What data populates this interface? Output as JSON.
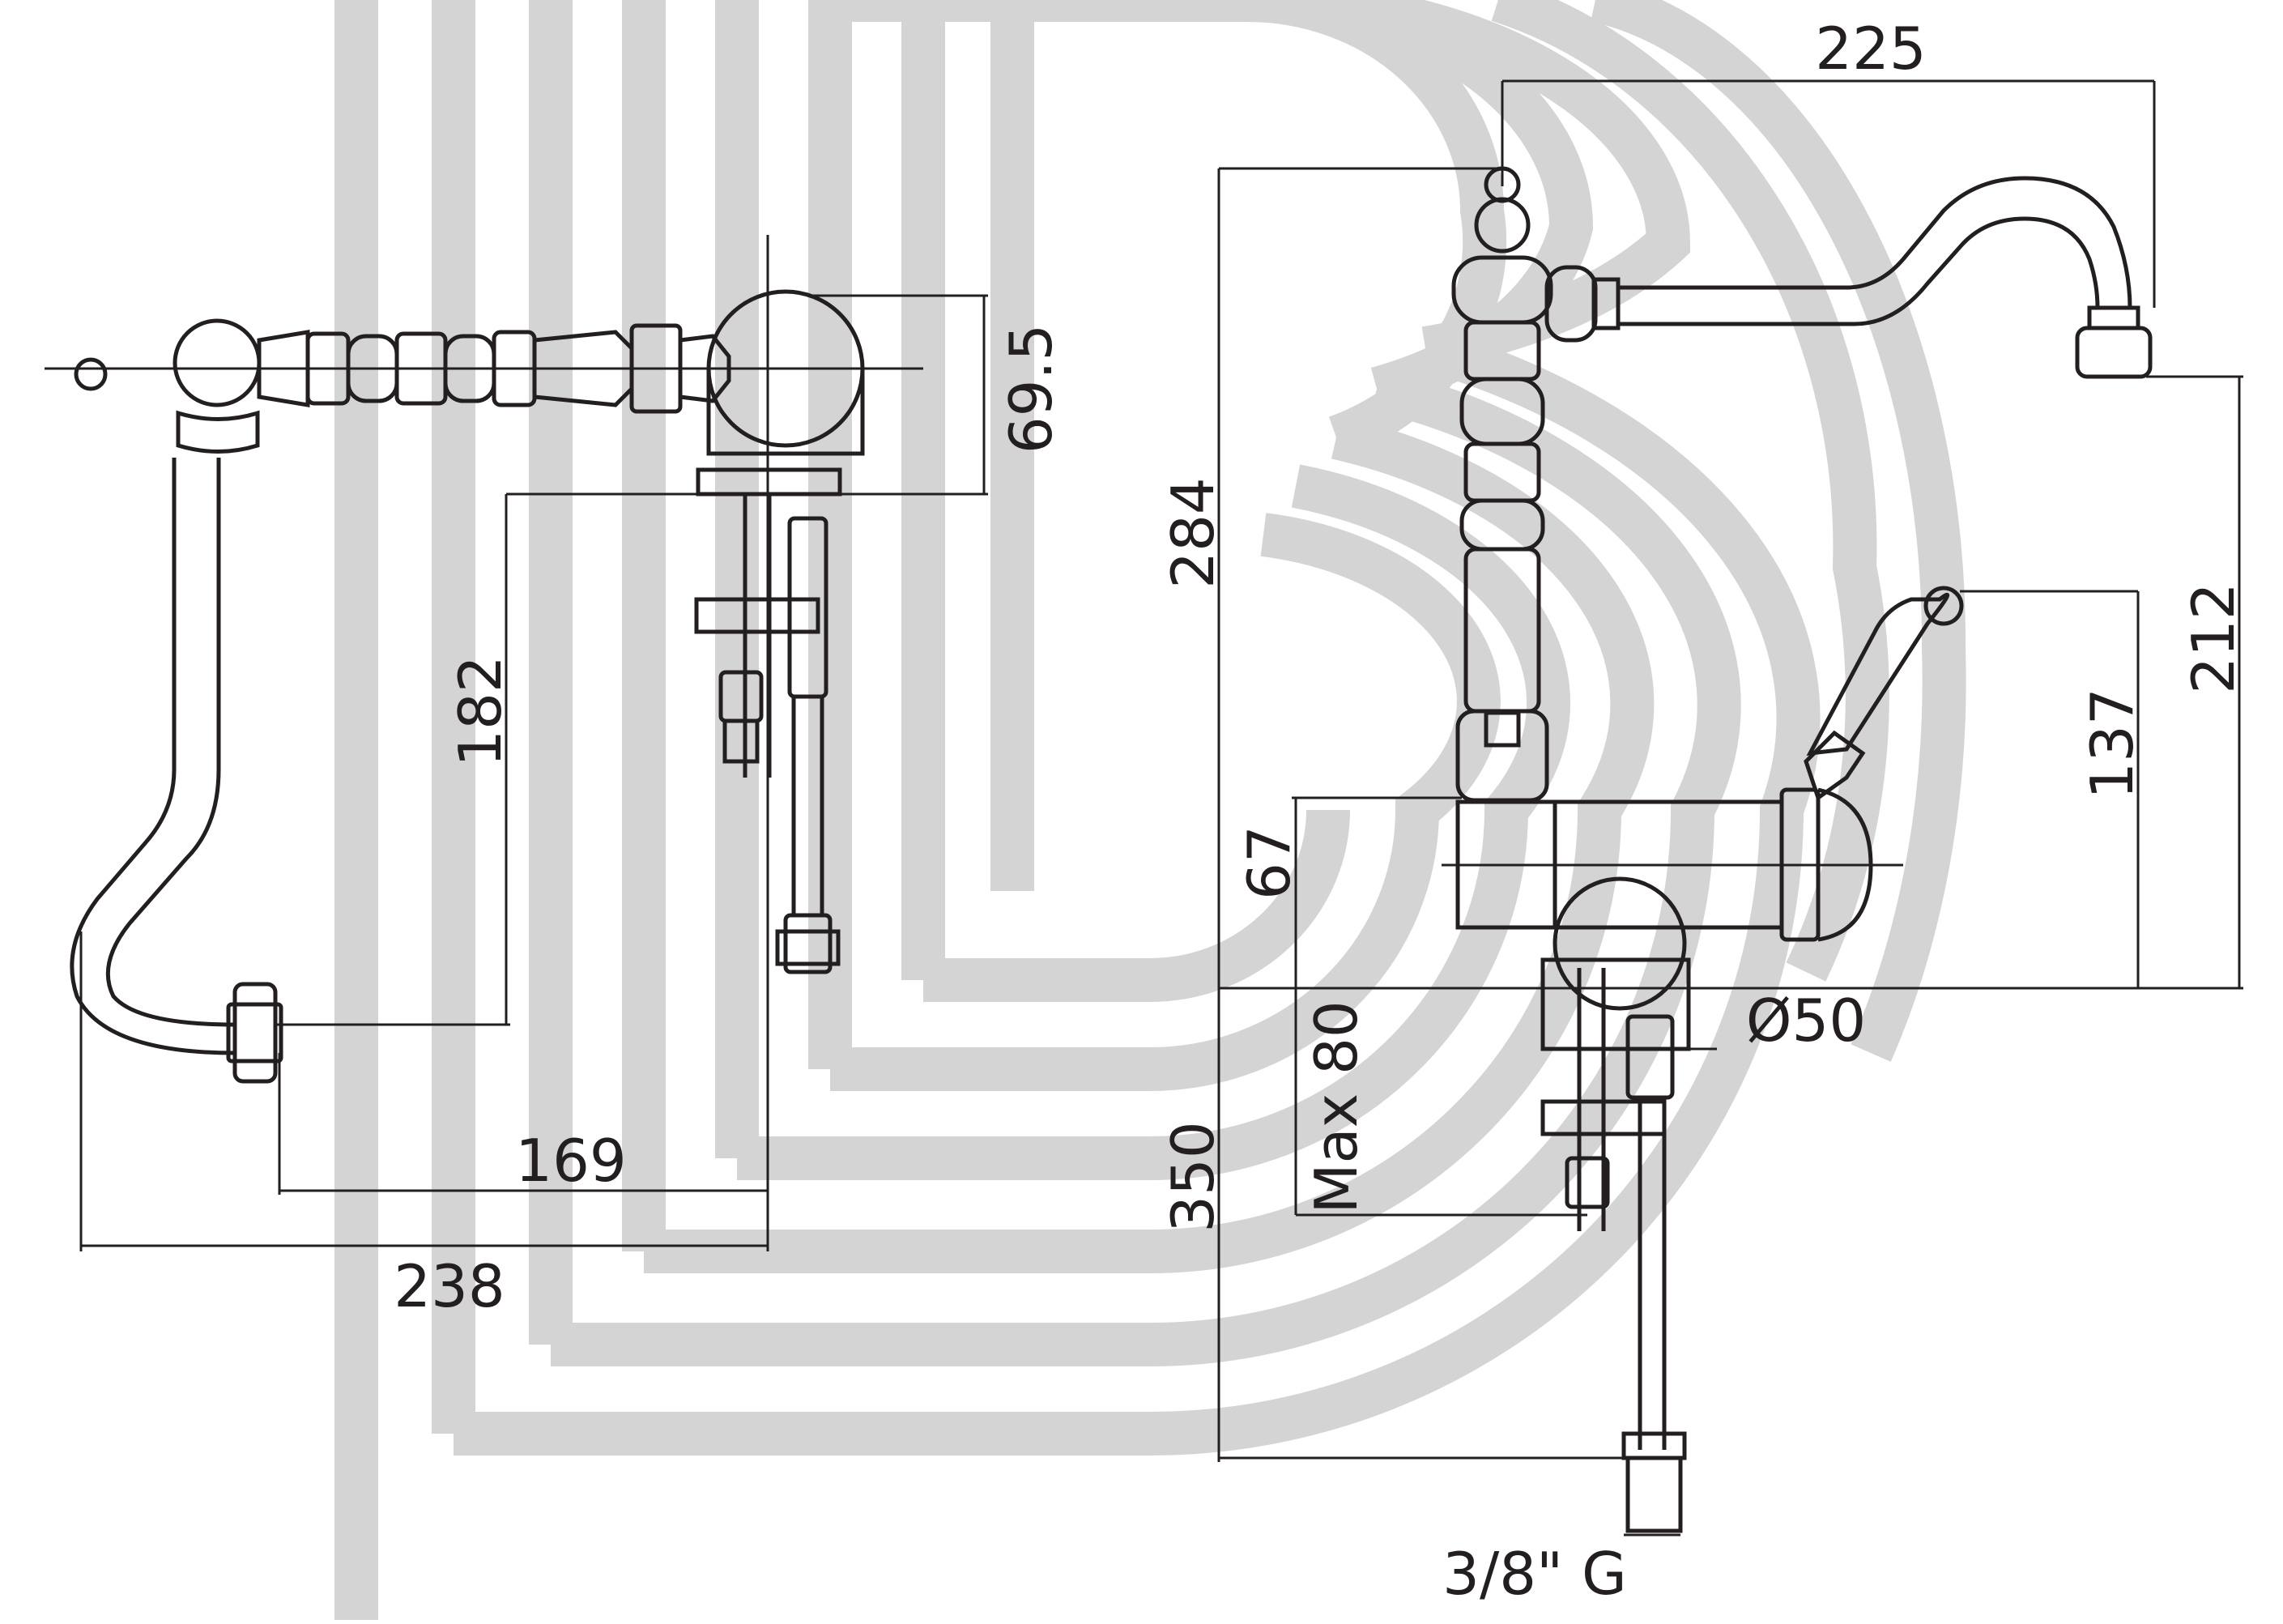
{
  "colors": {
    "line": "#231f20",
    "watermark": "#d4d4d4",
    "background": "#ffffff"
  },
  "watermark": {
    "description_icon": "bb-monogram-logo-icon"
  },
  "top_view": {
    "dimensions": {
      "height_body": "69.5",
      "spout_offset": "182",
      "inner_width": "169",
      "outer_width": "238"
    }
  },
  "side_view": {
    "dimensions": {
      "spout_reach": "225",
      "total_height": "284",
      "spout_outlet_height": "212",
      "handle_height": "137",
      "body_height": "67",
      "max_deck": "Max 80",
      "hose_length": "350",
      "base_diameter": "Ø50",
      "connection": "3/8\" G"
    }
  }
}
